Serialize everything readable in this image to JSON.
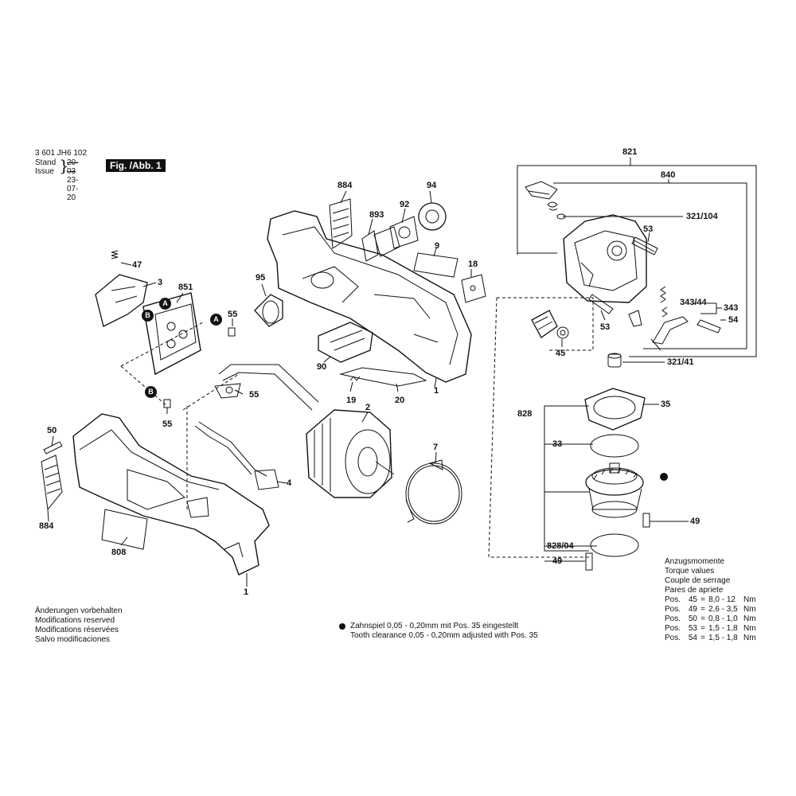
{
  "header": {
    "part_number": "3 601 JH6 102",
    "stand_label": "Stand",
    "issue_label": "Issue",
    "stand_value": "20-03",
    "issue_value": "23-07-20",
    "figure_label": "Fig. /Abb. 1"
  },
  "callouts": {
    "c821": "821",
    "c840": "840",
    "c321_104": "321/104",
    "c53a": "53",
    "c53b": "53",
    "c343_44": "343/44",
    "c343": "343",
    "c54": "54",
    "c45": "45",
    "c321_41": "321/41",
    "c35": "35",
    "c828": "828",
    "c33": "33",
    "c49a": "49",
    "c828_04": "828/04",
    "c49b": "49",
    "c884a": "884",
    "c94": "94",
    "c893": "893",
    "c92": "92",
    "c9": "9",
    "c18": "18",
    "c95": "95",
    "c47": "47",
    "c3": "3",
    "c851": "851",
    "c55a": "55",
    "c55b": "55",
    "c55c": "55",
    "c90": "90",
    "c19": "19",
    "c20": "20",
    "c1a": "1",
    "c2": "2",
    "c7": "7",
    "c4": "4",
    "c50": "50",
    "c884b": "884",
    "c808": "808",
    "c1b": "1"
  },
  "markers": {
    "A": "A",
    "B": "B"
  },
  "notes": {
    "line1": "Änderungen vorbehalten",
    "line2": "Modifications reserved",
    "line3": "Modifications réservées",
    "line4": "Salvo modificaciones"
  },
  "tooth_note": {
    "de": "Zahnspiel 0,05 - 0,20mm mit Pos. 35 eingestellt",
    "en": "Tooth clearance 0,05 - 0,20mm adjusted with Pos. 35"
  },
  "torque": {
    "title_de": "Anzugsmomente",
    "title_en": "Torque values",
    "title_fr": "Couple de serrage",
    "title_es": "Pares de apriete",
    "rows": [
      {
        "pos": "Pos.",
        "num": "45",
        "eq": "=",
        "val": "8,0 - 12",
        "unit": "Nm"
      },
      {
        "pos": "Pos.",
        "num": "49",
        "eq": "=",
        "val": "2,6 - 3,5",
        "unit": "Nm"
      },
      {
        "pos": "Pos.",
        "num": "50",
        "eq": "=",
        "val": "0,8 - 1,0",
        "unit": "Nm"
      },
      {
        "pos": "Pos.",
        "num": "53",
        "eq": "=",
        "val": "1,5 - 1,8",
        "unit": "Nm"
      },
      {
        "pos": "Pos.",
        "num": "54",
        "eq": "=",
        "val": "1,5 - 1,8",
        "unit": "Nm"
      }
    ]
  }
}
